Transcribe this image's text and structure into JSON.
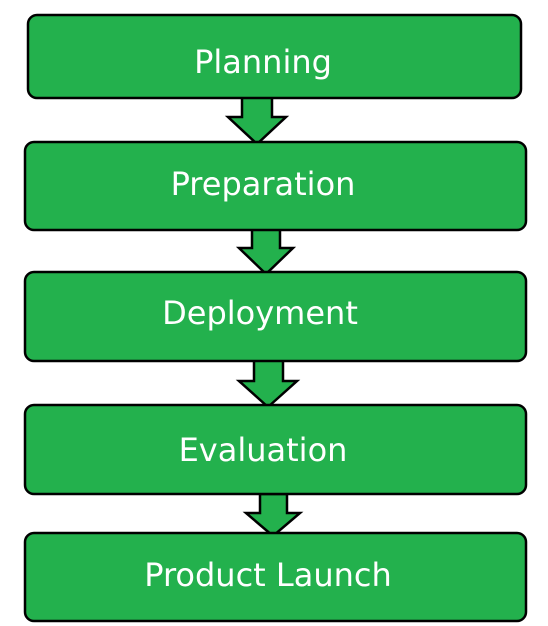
{
  "flowchart": {
    "steps": [
      {
        "label": "Planning"
      },
      {
        "label": "Preparation"
      },
      {
        "label": "Deployment"
      },
      {
        "label": "Evaluation"
      },
      {
        "label": "Product Launch"
      }
    ],
    "colors": {
      "box_fill": "#23b14d",
      "box_stroke": "#000000",
      "text": "#ffffff",
      "background": "#ffffff"
    }
  }
}
